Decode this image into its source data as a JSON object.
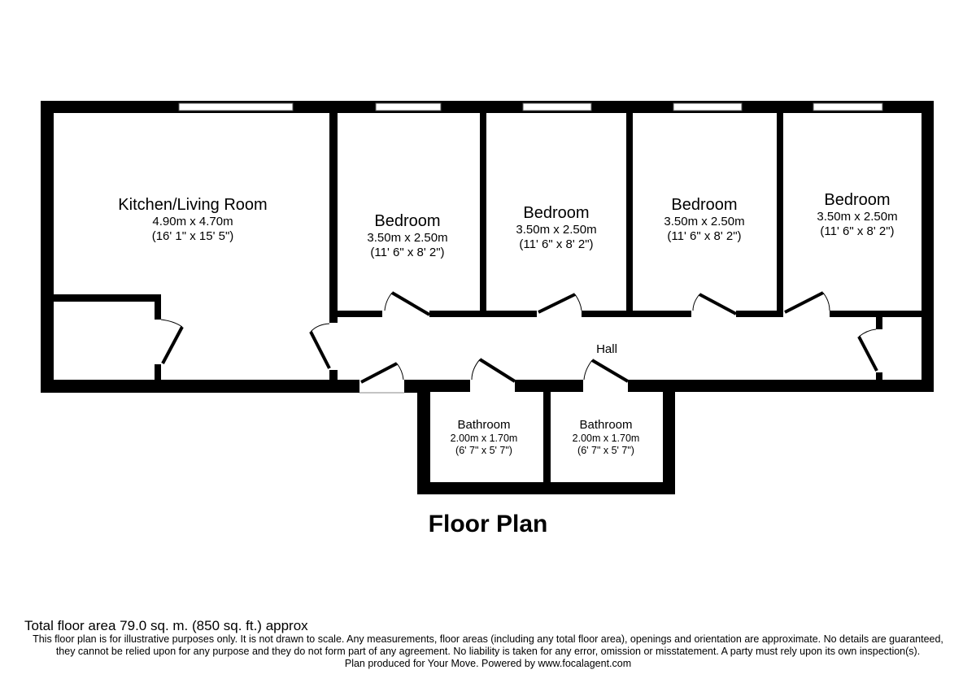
{
  "rooms": [
    {
      "name": "Kitchen/Living Room",
      "metric": "4.90m x 4.70m",
      "imperial": "(16' 1\" x 15' 5\")"
    },
    {
      "name": "Bedroom",
      "metric": "3.50m x 2.50m",
      "imperial": "(11' 6\" x 8' 2\")"
    },
    {
      "name": "Bedroom",
      "metric": "3.50m x 2.50m",
      "imperial": "(11' 6\" x 8' 2\")"
    },
    {
      "name": "Bedroom",
      "metric": "3.50m x 2.50m",
      "imperial": "(11' 6\" x 8' 2\")"
    },
    {
      "name": "Bedroom",
      "metric": "3.50m x 2.50m",
      "imperial": "(11' 6\" x 8' 2\")"
    },
    {
      "name": "Bathroom",
      "metric": "2.00m x 1.70m",
      "imperial": "(6' 7\" x 5' 7\")"
    },
    {
      "name": "Bathroom",
      "metric": "2.00m x 1.70m",
      "imperial": "(6' 7\" x 5' 7\")"
    }
  ],
  "hall_label": "Hall",
  "title": "Floor Plan",
  "total_area": "Total floor area 79.0 sq. m. (850 sq. ft.) approx",
  "disclaimer": [
    "This floor plan is for illustrative purposes only. It is not drawn to scale. Any measurements, floor areas (including any total floor area), openings and orientation are approximate. No details are guaranteed,",
    "they cannot be relied upon for any purpose and they do not form part of any agreement. No liability is taken for any error, omission or misstatement. A party must rely upon its own inspection(s).",
    "Plan produced for Your Move. Powered by www.focalagent.com"
  ]
}
